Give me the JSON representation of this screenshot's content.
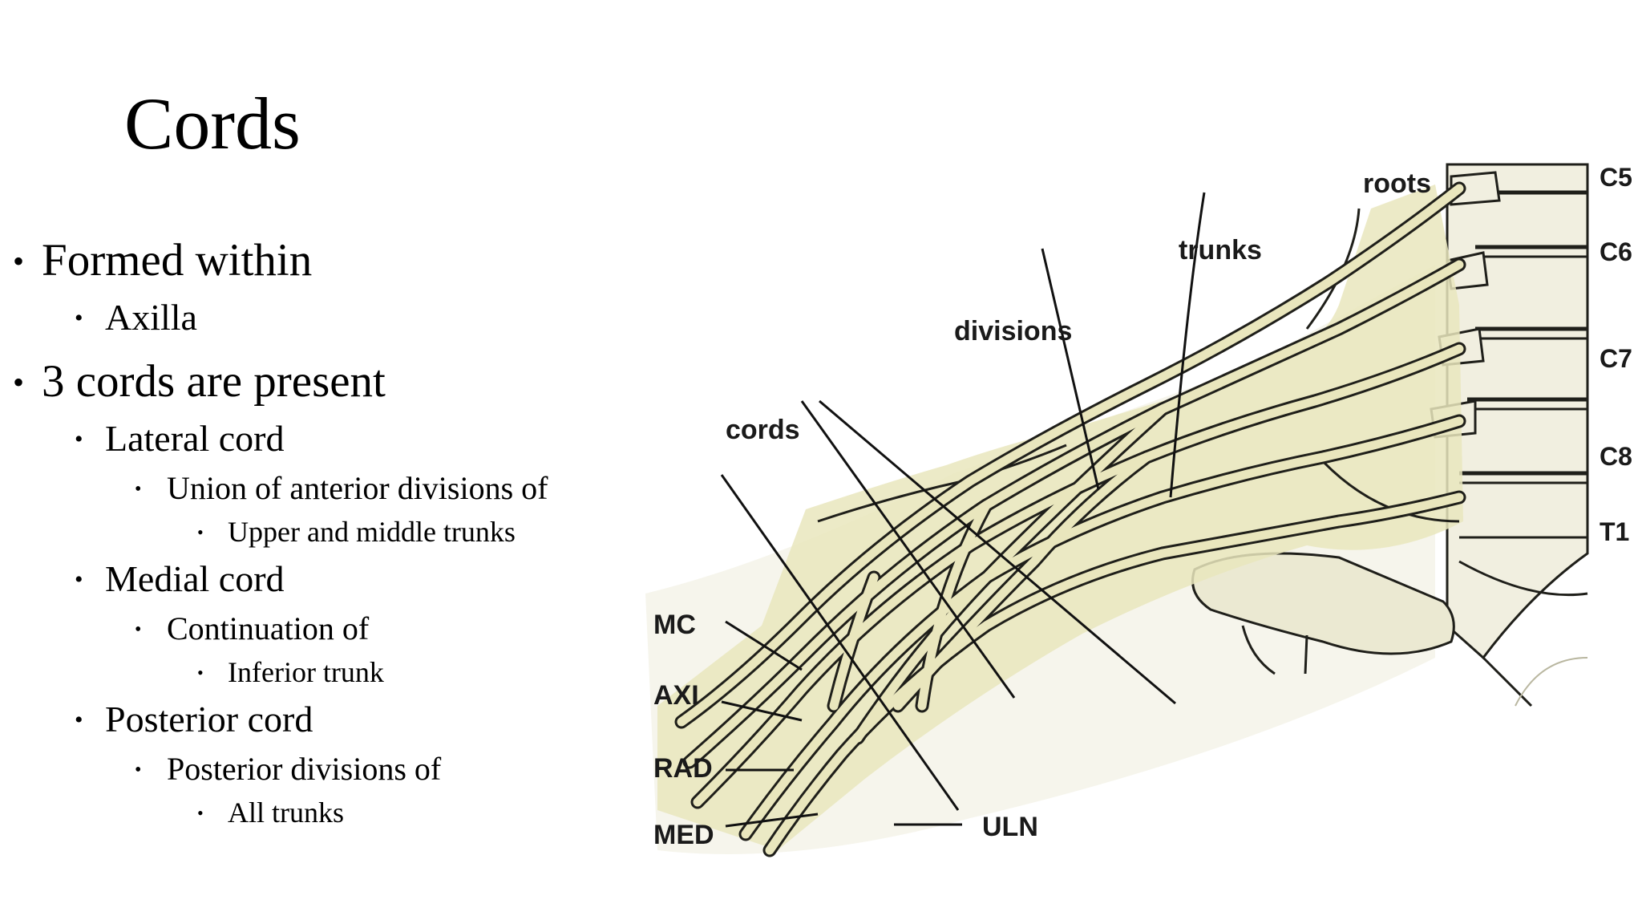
{
  "slide": {
    "title": "Cords",
    "bullets": [
      {
        "level": 1,
        "text": "Formed within"
      },
      {
        "level": 2,
        "text": "Axilla"
      },
      {
        "level": 1,
        "text": "3 cords are present"
      },
      {
        "level": 2,
        "text": "Lateral cord"
      },
      {
        "level": 3,
        "text": "Union of anterior divisions of"
      },
      {
        "level": 4,
        "text": "Upper and middle trunks"
      },
      {
        "level": 2,
        "text": "Medial cord"
      },
      {
        "level": 3,
        "text": "Continuation of"
      },
      {
        "level": 4,
        "text": "Inferior trunk"
      },
      {
        "level": 2,
        "text": "Posterior cord"
      },
      {
        "level": 3,
        "text": "Posterior divisions of"
      },
      {
        "level": 4,
        "text": "All trunks"
      }
    ],
    "bullet_glyph": "•"
  },
  "diagram": {
    "labels": {
      "roots": "roots",
      "trunks": "trunks",
      "divisions": "divisions",
      "cords": "cords",
      "mc": "MC",
      "axi": "AXI",
      "rad": "RAD",
      "med": "MED",
      "uln": "ULN",
      "c5": "C5",
      "c6": "C6",
      "c7": "C7",
      "c8": "C8",
      "t1": "T1"
    },
    "colors": {
      "nerve_fill": "#e9e6bd",
      "nerve_outline": "#1f1f1a",
      "bone_fill": "#f1efe0",
      "shadow": "#dcd9b0"
    }
  }
}
